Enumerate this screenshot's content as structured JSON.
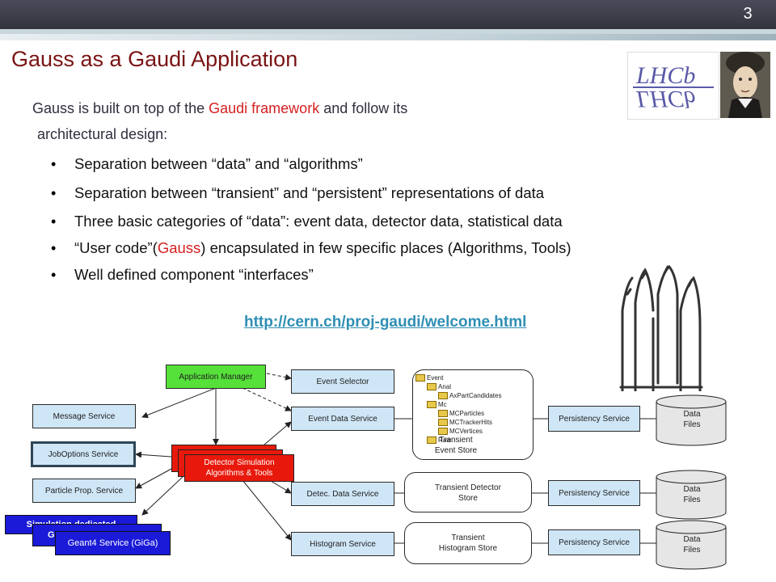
{
  "slide": {
    "number": "3",
    "title": "Gauss as a Gaudi Application",
    "intro_part1": "Gauss is built on top of the ",
    "intro_highlight": "Gaudi framework",
    "intro_part2": " and follow its",
    "intro_line2": "architectural design:",
    "bullets": [
      {
        "text": "Separation between “data” and “algorithms”"
      },
      {
        "text": "Separation between “transient” and “persistent” representations of data"
      },
      {
        "text": "Three basic categories of “data”: event data, detector data, statistical data"
      },
      {
        "pre": "“User code”(",
        "highlight": "Gauss",
        "post": ") encapsulated in few specific places (Algorithms, Tools)"
      },
      {
        "text": "Well defined component “interfaces”"
      }
    ],
    "link": "http://cern.ch/proj-gaudi/welcome.html",
    "logo_text": "LHCb"
  },
  "diagram": {
    "app_manager": "Application Manager",
    "event_selector": "Event Selector",
    "message_service": "Message Service",
    "joboptions_service": "JobOptions Service",
    "particle_prop_service": "Particle Prop. Service",
    "sim_dedicated": "Simulation dedicated",
    "sim_g": "G",
    "geant4_service": "Geant4 Service (GiGa)",
    "detector_simulation": "Detector Simulation",
    "algorithms_tools": "Algorithms & Tools",
    "event_data_service": "Event Data Service",
    "detec_data_service": "Detec. Data Service",
    "histogram_service": "Histogram Service",
    "transient_event_store": "Transient Event Store",
    "transient_detector_store": "Transient Detector Store",
    "transient_histogram_store": "Transient Histogram Store",
    "persistency_service": "Persistency Service",
    "data_files": "Data Files",
    "tree": [
      "Event",
      "Anal",
      "AxPartCandidates",
      "Mc",
      "MCParticles",
      "MCTrackerHits",
      "MCVertices",
      "Raw"
    ]
  }
}
